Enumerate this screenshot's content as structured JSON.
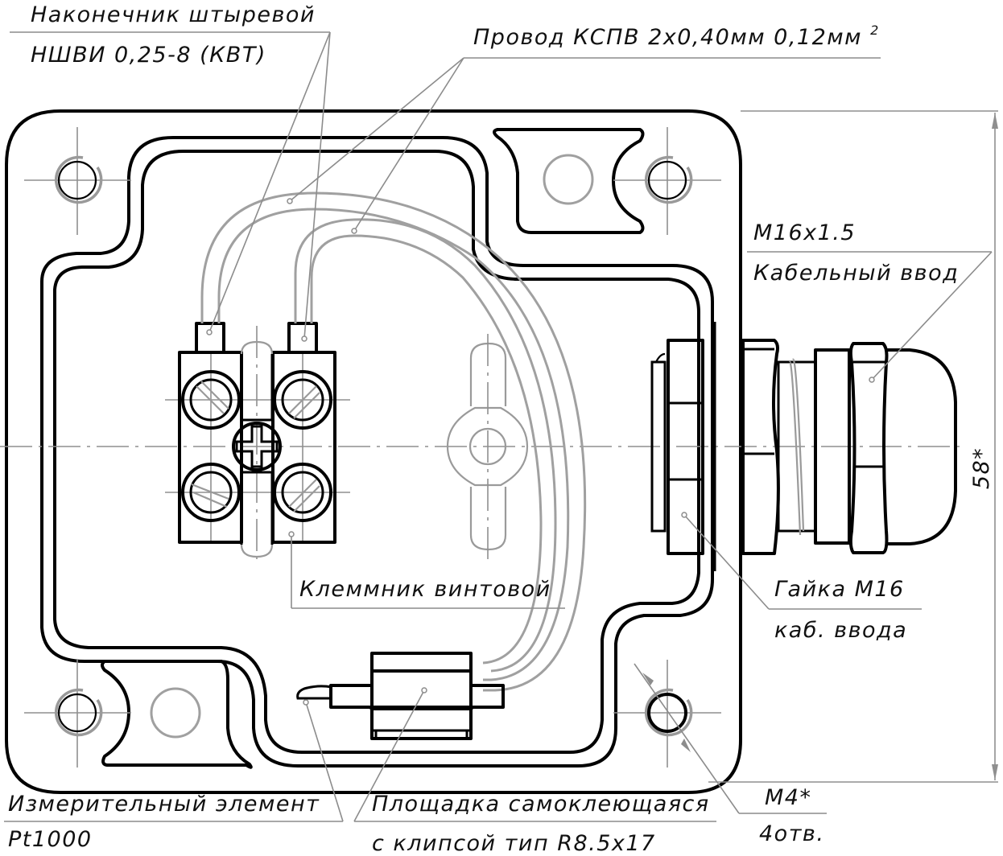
{
  "drawing": {
    "title": "Assembly drawing: sensor junction box with terminal block and cable gland",
    "colors": {
      "outline": "#000000",
      "thin_line": "#9a9a9a",
      "background": "#ffffff"
    }
  },
  "callouts": {
    "pin_terminal": {
      "line1": "Наконечник штыревой",
      "line2": "НШВИ 0,25-8 (КВТ)"
    },
    "wire": {
      "line1": "Провод КСПВ 2х0,40мм 0,12мм",
      "superscript": "2"
    },
    "cable_gland": {
      "line1": "M16x1.5",
      "line2": "Кабельный ввод"
    },
    "terminal_block": {
      "line1": "Клеммник винтовой"
    },
    "gland_nut": {
      "line1": "Гайка М16",
      "line2": "каб. ввода"
    },
    "sensing_element": {
      "line1": "Измерительный элемент",
      "line2": "Pt1000"
    },
    "adhesive_pad": {
      "line1": "Площадка самоклеющаяся",
      "line2": "с клипсой тип R8.5x17"
    },
    "mount_holes": {
      "line1": "M4*",
      "line2": "4отв."
    }
  },
  "dimensions": {
    "height": {
      "value": "58*"
    }
  }
}
